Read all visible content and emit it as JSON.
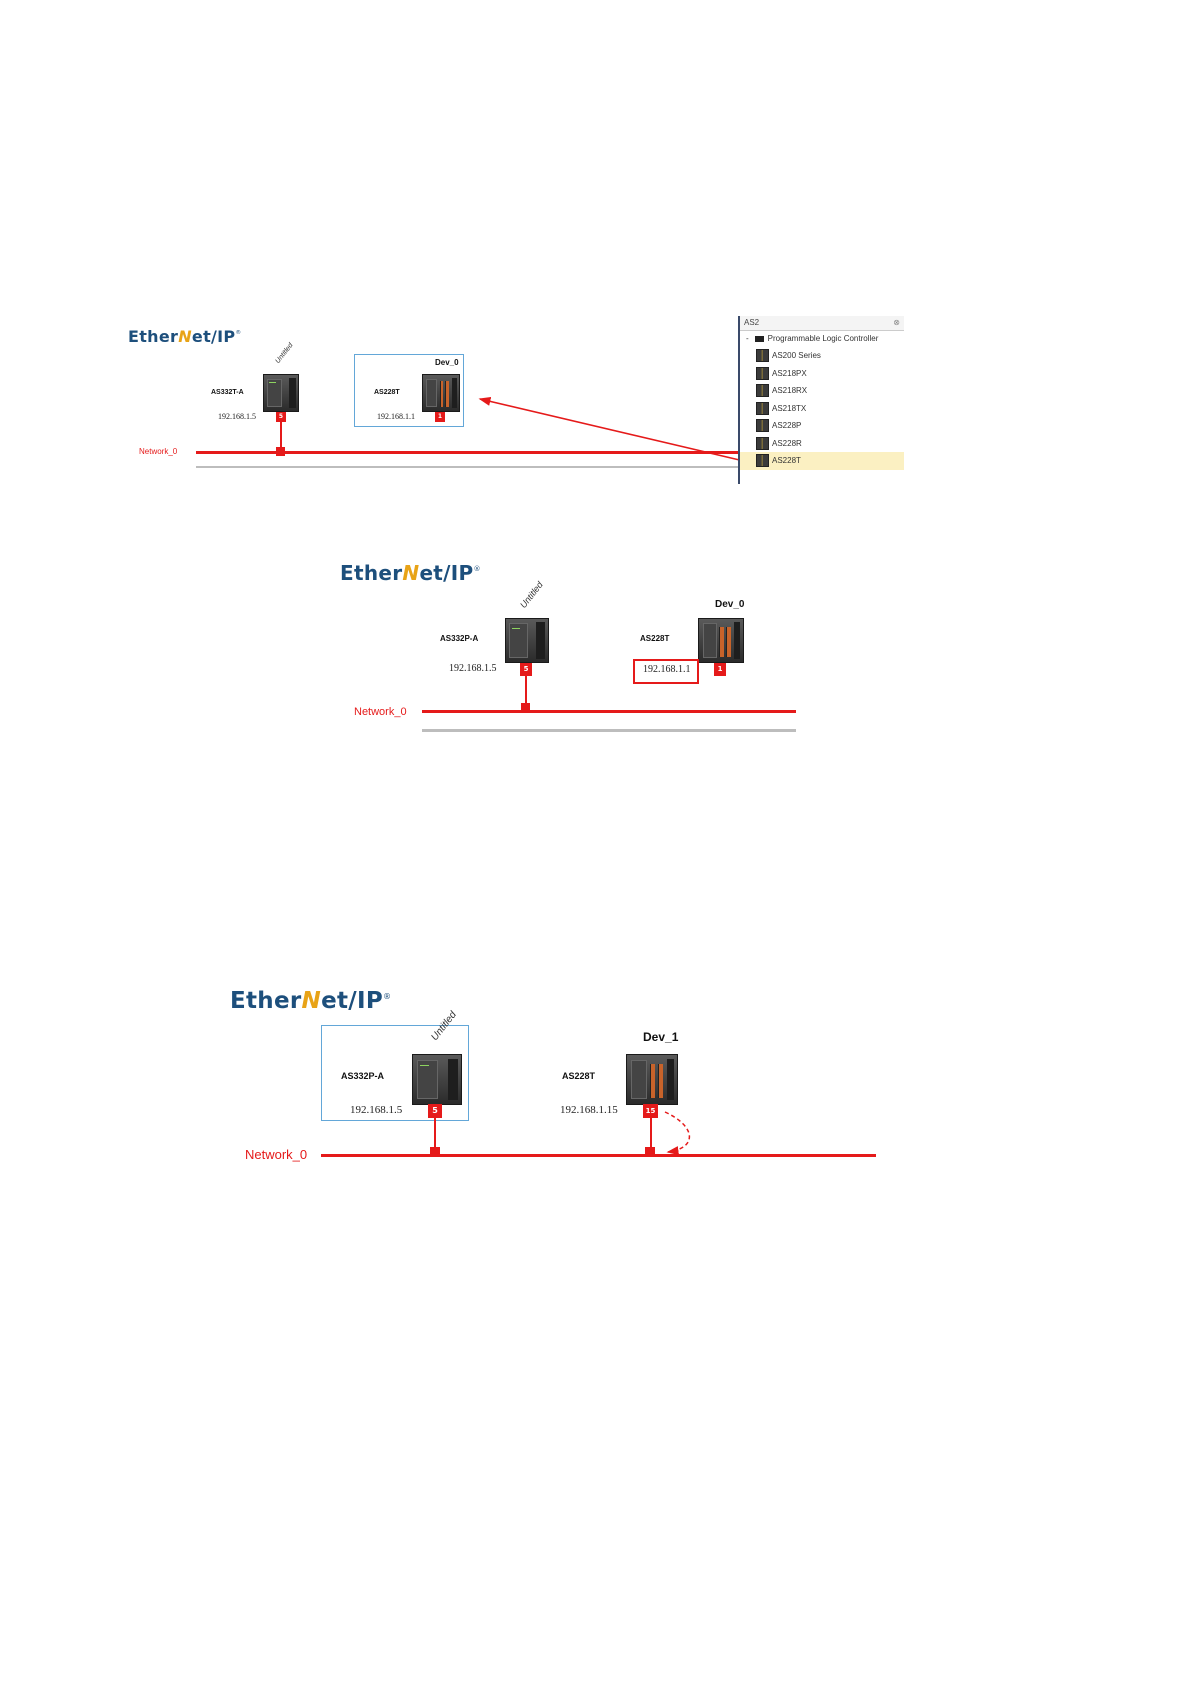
{
  "logo": {
    "prefix": "Ether",
    "wave": "N",
    "suffix": "et/IP",
    "mark": "®"
  },
  "screens": [
    {
      "network": "Network_0",
      "scanner": {
        "model": "AS332T-A",
        "ip": "192.168.1.5",
        "port": "5",
        "tag": "Untitled"
      },
      "adapter": {
        "name": "Dev_0",
        "model": "AS228T",
        "ip": "192.168.1.1",
        "port": "1"
      }
    },
    {
      "network": "Network_0",
      "scanner": {
        "model": "AS332P-A",
        "ip": "192.168.1.5",
        "port": "5",
        "tag": "Untitled"
      },
      "adapter": {
        "name": "Dev_0",
        "model": "AS228T",
        "ip": "192.168.1.1",
        "port": "1"
      }
    },
    {
      "network": "Network_0",
      "scanner": {
        "model": "AS332P-A",
        "ip": "192.168.1.5",
        "port": "5",
        "tag": "Untitled"
      },
      "adapter": {
        "name": "Dev_1",
        "model": "AS228T",
        "ip": "192.168.1.15",
        "port": "15"
      }
    }
  ],
  "device_tree": {
    "header": "AS2",
    "root": "Programmable Logic Controller",
    "items": [
      "AS200 Series",
      "AS218PX",
      "AS218RX",
      "AS218TX",
      "AS228P",
      "AS228R",
      "AS228T"
    ],
    "selected": "AS228T"
  },
  "colors": {
    "network": "#e51a1a",
    "selection": "#63a7d8",
    "logo": "#1d4f7c"
  }
}
